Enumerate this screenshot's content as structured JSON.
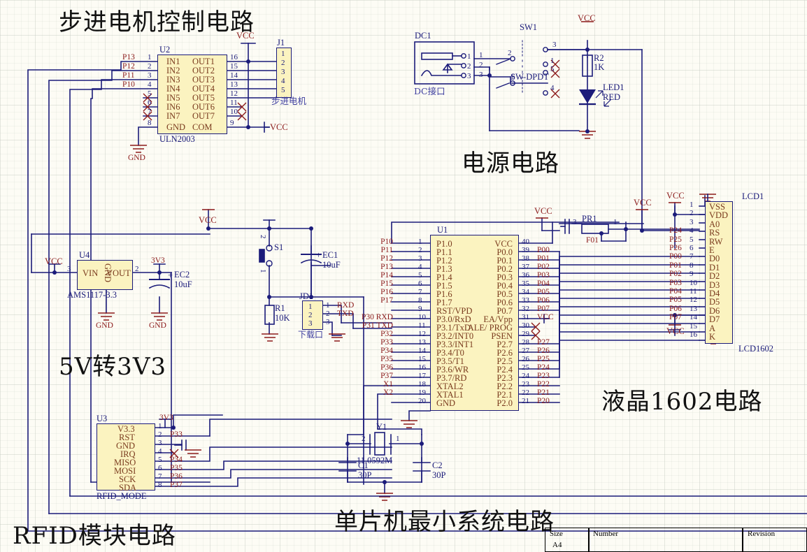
{
  "sheet": {
    "size_label": "Size",
    "size_value": "A4",
    "number_label": "Number",
    "revision_label": "Revision",
    "colors": {
      "wire": "#1b1b7a",
      "ic_fill": "#fbf3c0",
      "pin_text": "#7a3b1e",
      "net_label": "#8b1a1a",
      "background": "#fdfcf5"
    }
  },
  "sections": {
    "stepper": "步进电机控制电路",
    "power": "电源电路",
    "regulator": "5V转3V3",
    "lcd": "液晶1602电路",
    "mcu": "单片机最小系统电路",
    "rfid": "RFID模块电路"
  },
  "u2": {
    "refdes": "U2",
    "part": "ULN2003",
    "left_pins": [
      {
        "num": "1",
        "name": "IN1",
        "net": "P13"
      },
      {
        "num": "2",
        "name": "IN2",
        "net": "P12"
      },
      {
        "num": "3",
        "name": "IN3",
        "net": "P11"
      },
      {
        "num": "4",
        "name": "IN4",
        "net": "P10"
      },
      {
        "num": "5",
        "name": "IN5",
        "net": ""
      },
      {
        "num": "6",
        "name": "IN6",
        "net": ""
      },
      {
        "num": "7",
        "name": "IN7",
        "net": ""
      },
      {
        "num": "8",
        "name": "GND",
        "net": ""
      }
    ],
    "right_pins": [
      {
        "num": "16",
        "name": "OUT1"
      },
      {
        "num": "15",
        "name": "OUT2"
      },
      {
        "num": "14",
        "name": "OUT3"
      },
      {
        "num": "13",
        "name": "OUT4"
      },
      {
        "num": "12",
        "name": "OUT5"
      },
      {
        "num": "11",
        "name": "OUT6"
      },
      {
        "num": "10",
        "name": "OUT7"
      },
      {
        "num": "9",
        "name": "COM"
      }
    ]
  },
  "j1": {
    "refdes": "J1",
    "caption": "步进电机",
    "pins": [
      "1",
      "2",
      "3",
      "4",
      "5"
    ]
  },
  "dc1": {
    "refdes": "DC1",
    "caption": "DC接口",
    "pins": [
      "1",
      "2",
      "3"
    ]
  },
  "sw1": {
    "refdes": "SW1",
    "part": "SW-DPDT",
    "pins": [
      "3",
      "2",
      "1",
      "5",
      "6",
      "4"
    ]
  },
  "r2": {
    "refdes": "R2",
    "value": "1K"
  },
  "led1": {
    "refdes": "LED1",
    "value": "RED"
  },
  "u4": {
    "refdes": "U4",
    "part": "AMS1117-3.3",
    "pins": [
      {
        "num": "3",
        "name": "VIN"
      },
      {
        "num": "",
        "name": "GND"
      },
      {
        "num": "2",
        "name": "VOUT"
      }
    ]
  },
  "ec2": {
    "refdes": "EC2",
    "value": "10uF",
    "polarity": "+"
  },
  "ec1": {
    "refdes": "EC1",
    "value": "10uF",
    "polarity": "+"
  },
  "r1": {
    "refdes": "R1",
    "value": "10K"
  },
  "s1": {
    "refdes": "S1",
    "pins": [
      "2",
      "1"
    ]
  },
  "jd1": {
    "refdes": "JD1",
    "caption": "下载口",
    "pins": [
      {
        "num": "1",
        "net": "RXD"
      },
      {
        "num": "2",
        "net": "TXD"
      },
      {
        "num": "3",
        "net": ""
      }
    ]
  },
  "u3": {
    "refdes": "U3",
    "part": "RFID_MODE",
    "pins": [
      {
        "num": "1",
        "name": "V3.3",
        "net": "3V3"
      },
      {
        "num": "2",
        "name": "RST",
        "net": "P33"
      },
      {
        "num": "3",
        "name": "GND",
        "net": ""
      },
      {
        "num": "4",
        "name": "IRQ",
        "net": ""
      },
      {
        "num": "5",
        "name": "MISO",
        "net": "P34"
      },
      {
        "num": "6",
        "name": "MOSI",
        "net": "P35"
      },
      {
        "num": "7",
        "name": "SCK",
        "net": "P36"
      },
      {
        "num": "8",
        "name": "SDA",
        "net": "P37"
      }
    ]
  },
  "u1": {
    "refdes": "U1",
    "left_pins": [
      {
        "num": "1",
        "name": "P1.0",
        "net": "P10"
      },
      {
        "num": "2",
        "name": "P1.1",
        "net": "P11"
      },
      {
        "num": "3",
        "name": "P1.2",
        "net": "P12"
      },
      {
        "num": "4",
        "name": "P1.3",
        "net": "P13"
      },
      {
        "num": "5",
        "name": "P1.4",
        "net": "P14"
      },
      {
        "num": "6",
        "name": "P1.5",
        "net": "P15"
      },
      {
        "num": "7",
        "name": "P1.6",
        "net": "P16"
      },
      {
        "num": "8",
        "name": "P1.7",
        "net": "P17"
      },
      {
        "num": "9",
        "name": "RST/VPD",
        "net": ""
      },
      {
        "num": "10",
        "name": "P3.0/RxD",
        "net": "P30  RXD"
      },
      {
        "num": "11",
        "name": "P3.1/TxD",
        "net": "P31  TXD"
      },
      {
        "num": "12",
        "name": "P3.2/INT0",
        "net": "P32"
      },
      {
        "num": "13",
        "name": "P3.3/INT1",
        "net": "P33"
      },
      {
        "num": "14",
        "name": "P3.4/T0",
        "net": "P34"
      },
      {
        "num": "15",
        "name": "P3.5/T1",
        "net": "P35"
      },
      {
        "num": "16",
        "name": "P3.6/WR",
        "net": "P36"
      },
      {
        "num": "17",
        "name": "P3.7/RD",
        "net": "P37"
      },
      {
        "num": "18",
        "name": "XTAL2",
        "net": "X1"
      },
      {
        "num": "19",
        "name": "XTAL1",
        "net": "X2"
      },
      {
        "num": "20",
        "name": "GND",
        "net": ""
      }
    ],
    "right_pins": [
      {
        "num": "40",
        "name": "VCC",
        "net": ""
      },
      {
        "num": "39",
        "name": "P0.0",
        "net": "P00"
      },
      {
        "num": "38",
        "name": "P0.1",
        "net": "P01"
      },
      {
        "num": "37",
        "name": "P0.2",
        "net": "P02"
      },
      {
        "num": "36",
        "name": "P0.3",
        "net": "P03"
      },
      {
        "num": "35",
        "name": "P0.4",
        "net": "P04"
      },
      {
        "num": "34",
        "name": "P0.5",
        "net": "P05"
      },
      {
        "num": "33",
        "name": "P0.6",
        "net": "P06"
      },
      {
        "num": "32",
        "name": "P0.7",
        "net": "P07"
      },
      {
        "num": "31",
        "name": "EA/Vpp",
        "net": "VCC"
      },
      {
        "num": "30",
        "name": "ALE/ PROG",
        "net": ""
      },
      {
        "num": "29",
        "name": "PSEN",
        "net": ""
      },
      {
        "num": "28",
        "name": "P2.7",
        "net": "P27"
      },
      {
        "num": "27",
        "name": "P2.6",
        "net": "P26"
      },
      {
        "num": "26",
        "name": "P2.5",
        "net": "P25"
      },
      {
        "num": "25",
        "name": "P2.4",
        "net": "P24"
      },
      {
        "num": "24",
        "name": "P2.3",
        "net": "P23"
      },
      {
        "num": "23",
        "name": "P2.2",
        "net": "P22"
      },
      {
        "num": "22",
        "name": "P2.1",
        "net": "P21"
      },
      {
        "num": "21",
        "name": "P2.0",
        "net": "P20"
      }
    ]
  },
  "crystal": {
    "refdes": "Y1",
    "value": "11.0592M",
    "pins": [
      "2",
      "1"
    ],
    "c1": {
      "refdes": "C1",
      "value": "30P"
    },
    "c2": {
      "refdes": "C2",
      "value": "30P"
    }
  },
  "pr1": {
    "refdes": "PR1",
    "value": "F01",
    "pins": [
      "3",
      "1"
    ]
  },
  "lcd1": {
    "refdes": "LCD1",
    "part": "LCD1602",
    "pins": [
      {
        "num": "1",
        "name": "VSS",
        "net": ""
      },
      {
        "num": "2",
        "name": "VDD",
        "net": ""
      },
      {
        "num": "3",
        "name": "A0",
        "net": ""
      },
      {
        "num": "4",
        "name": "RS",
        "net": "P24"
      },
      {
        "num": "5",
        "name": "RW",
        "net": "P25"
      },
      {
        "num": "6",
        "name": "E",
        "net": "P26"
      },
      {
        "num": "7",
        "name": "D0",
        "net": "P00"
      },
      {
        "num": "8",
        "name": "D1",
        "net": "P01"
      },
      {
        "num": "9",
        "name": "D2",
        "net": "P02"
      },
      {
        "num": "10",
        "name": "D3",
        "net": "P03"
      },
      {
        "num": "11",
        "name": "D4",
        "net": "P04"
      },
      {
        "num": "12",
        "name": "D5",
        "net": "P05"
      },
      {
        "num": "13",
        "name": "D6",
        "net": "P06"
      },
      {
        "num": "14",
        "name": "D7",
        "net": "P07"
      },
      {
        "num": "15",
        "name": "A",
        "net": ""
      },
      {
        "num": "16",
        "name": "K",
        "net": ""
      }
    ]
  },
  "net_labels": {
    "vcc": "VCC",
    "gnd": "GND",
    "v3v3": "3V3"
  }
}
